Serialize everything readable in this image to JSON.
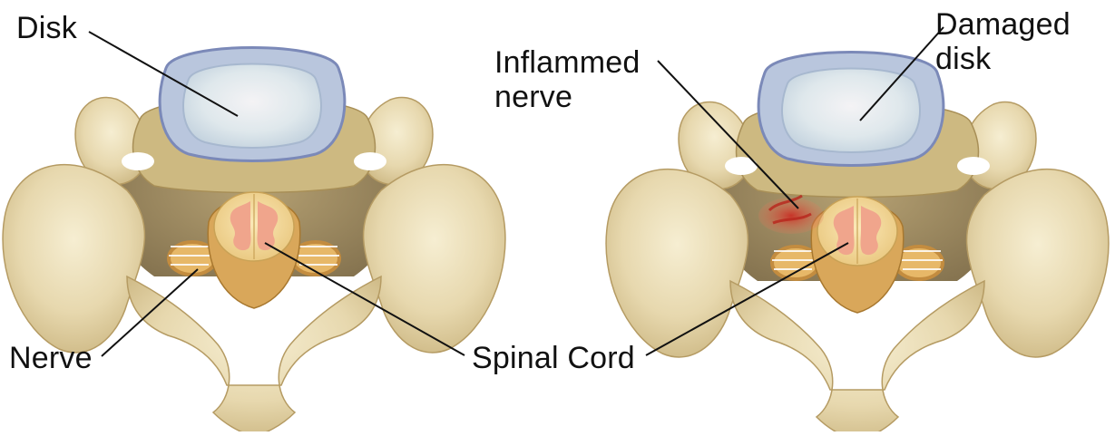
{
  "labels": {
    "disk": "Disk",
    "damaged_disk": "Damaged\ndisk",
    "inflammed_nerve": "Inflammed\nnerve",
    "nerve": "Nerve",
    "spinal_cord": "Spinal Cord"
  },
  "colors": {
    "bone": "#e9dcb6",
    "bone_shadow": "#b59b63",
    "disk_fill": "#dde9ee",
    "disk_rim": "#7b89b8",
    "cord": "#f6dfa0",
    "grey_matter": "#f0a58c",
    "nerve_root": "#d9a75a",
    "inflammation": "#d8483a",
    "leader_line": "#111111"
  }
}
